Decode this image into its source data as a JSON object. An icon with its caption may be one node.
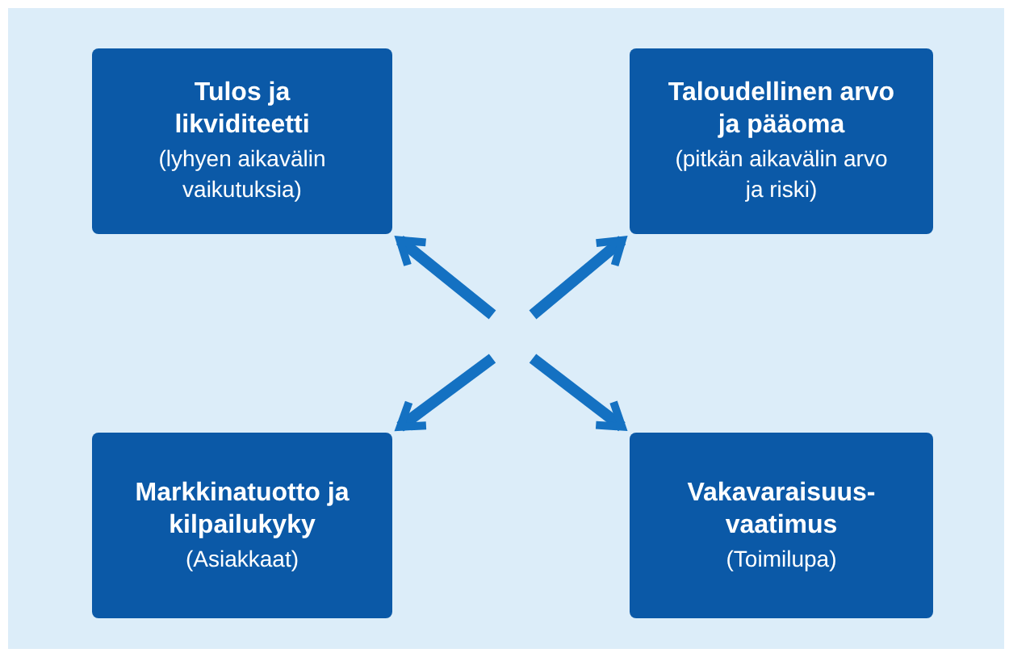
{
  "diagram": {
    "nodes": [
      {
        "text": [
          "Tulos ja likviditeetti",
          "(lyhyen aikavälin vaikutuksia)"
        ]
      },
      {
        "text": [
          "Taloudellinen arvo ja pääoma",
          "(pitkän aikavälin arvo ja riski)"
        ]
      },
      {
        "text": [
          "Markkinatuotto ja kilpailukyky",
          "(Asiakkaat)"
        ]
      },
      {
        "text": [
          "Vakavaraisuus-vaatimus",
          "(Toimilupa)"
        ]
      }
    ],
    "edges": [
      {
        "from": null,
        "to": 0,
        "arrow": "to"
      },
      {
        "from": null,
        "to": 1,
        "arrow": "to"
      },
      {
        "from": null,
        "to": 2,
        "arrow": "to"
      },
      {
        "from": null,
        "to": 3,
        "arrow": "to"
      }
    ]
  }
}
